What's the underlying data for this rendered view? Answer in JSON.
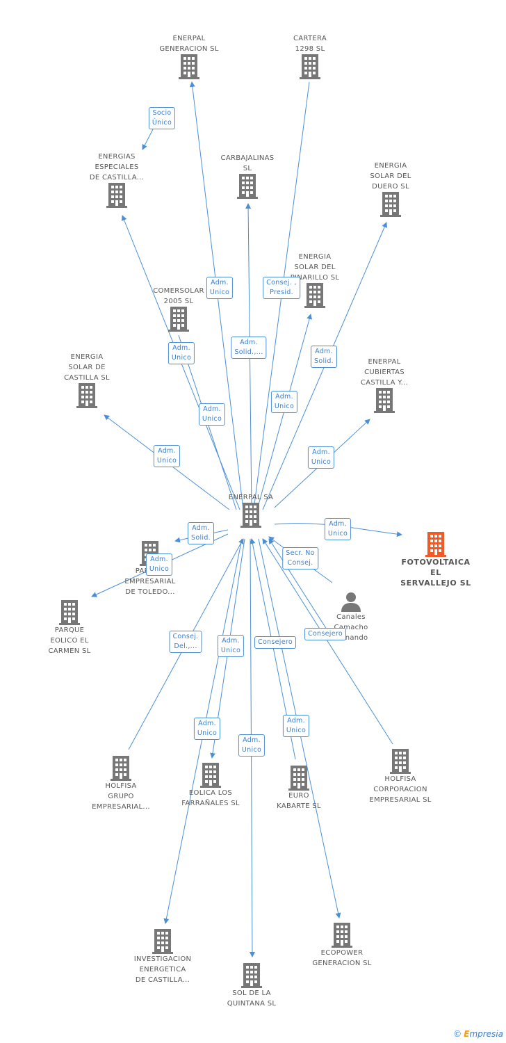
{
  "nodes": {
    "enerpal_generacion": {
      "label": "ENERPAL\nGENERACION SL"
    },
    "cartera_1298": {
      "label": "CARTERA\n1298  SL"
    },
    "energias_especiales": {
      "label": "ENERGIAS\nESPECIALES\nDE CASTILLA..."
    },
    "carbajalinas": {
      "label": "CARBAJALINAS\nSL"
    },
    "energia_solar_duero": {
      "label": "ENERGIA\nSOLAR DEL\nDUERO SL"
    },
    "energia_solar_pinarillo": {
      "label": "ENERGIA\nSOLAR DEL\nPINARILLO SL"
    },
    "comersolar": {
      "label": "COMERSOLAR\n2005 SL"
    },
    "energia_solar_castilla": {
      "label": "ENERGIA\nSOLAR DE\nCASTILLA SL"
    },
    "enerpal_cubiertas": {
      "label": "ENERPAL\nCUBIERTAS\nCASTILLA Y..."
    },
    "enerpal_sa": {
      "label": "ENERPAL SA"
    },
    "fotovoltaica": {
      "label": "FOTOVOLTAICA\nEL\nSERVALLEJO SL"
    },
    "parque_empresarial": {
      "label": "PARQUE\nEMPRESARIAL\nDE TOLEDO..."
    },
    "parque_eolico": {
      "label": "PARQUE\nEOLICO EL\nCARMEN SL"
    },
    "canales": {
      "label": "Canales\nCamacho\nFernando"
    },
    "holfisa_grupo": {
      "label": "HOLFISA\nGRUPO\nEMPRESARIAL..."
    },
    "eolica_farranales": {
      "label": "EOLICA LOS\nFARRAÑALES SL"
    },
    "euro_kabarte": {
      "label": "EURO\nKABARTE SL"
    },
    "holfisa_corporacion": {
      "label": "HOLFISA\nCORPORACION\nEMPRESARIAL SL"
    },
    "investigacion": {
      "label": "INVESTIGACION\nENERGETICA\nDE CASTILLA..."
    },
    "sol_quintana": {
      "label": "SOL DE LA\nQUINTANA SL"
    },
    "ecopower": {
      "label": "ECOPOWER\nGENERACION SL"
    }
  },
  "edge_labels": {
    "e1": "Socio\nÚnico",
    "e2": "Adm.\nUnico",
    "e3": "Consej. ,\nPresid.",
    "e4": "Adm.\nUnico",
    "e5": "Adm.\nSolid.,...",
    "e6": "Adm.\nSolid.",
    "e7": "Adm.\nUnico",
    "e8": "Adm.\nUnico",
    "e9": "Adm.\nUnico",
    "e10": "Adm.\nUnico",
    "e11": "Adm.\nUnico",
    "e12": "Adm.\nSolid.",
    "e13": "Adm.\nUnico",
    "e14": "Secr. No\nConsej.",
    "e15": "Consej.\nDel.,...",
    "e16": "Adm.\nUnico",
    "e17": "Consejero",
    "e18": "Consejero",
    "e19": "Adm.\nUnico",
    "e20": "Adm.\nUnico",
    "e21": "Adm.\nUnico"
  },
  "colors": {
    "edge": "#4a8fd6",
    "building": "#777777",
    "focus_building": "#f05a28"
  },
  "footer": {
    "copyright": "©",
    "brand_e": "E",
    "brand_rest": "mpresia"
  }
}
